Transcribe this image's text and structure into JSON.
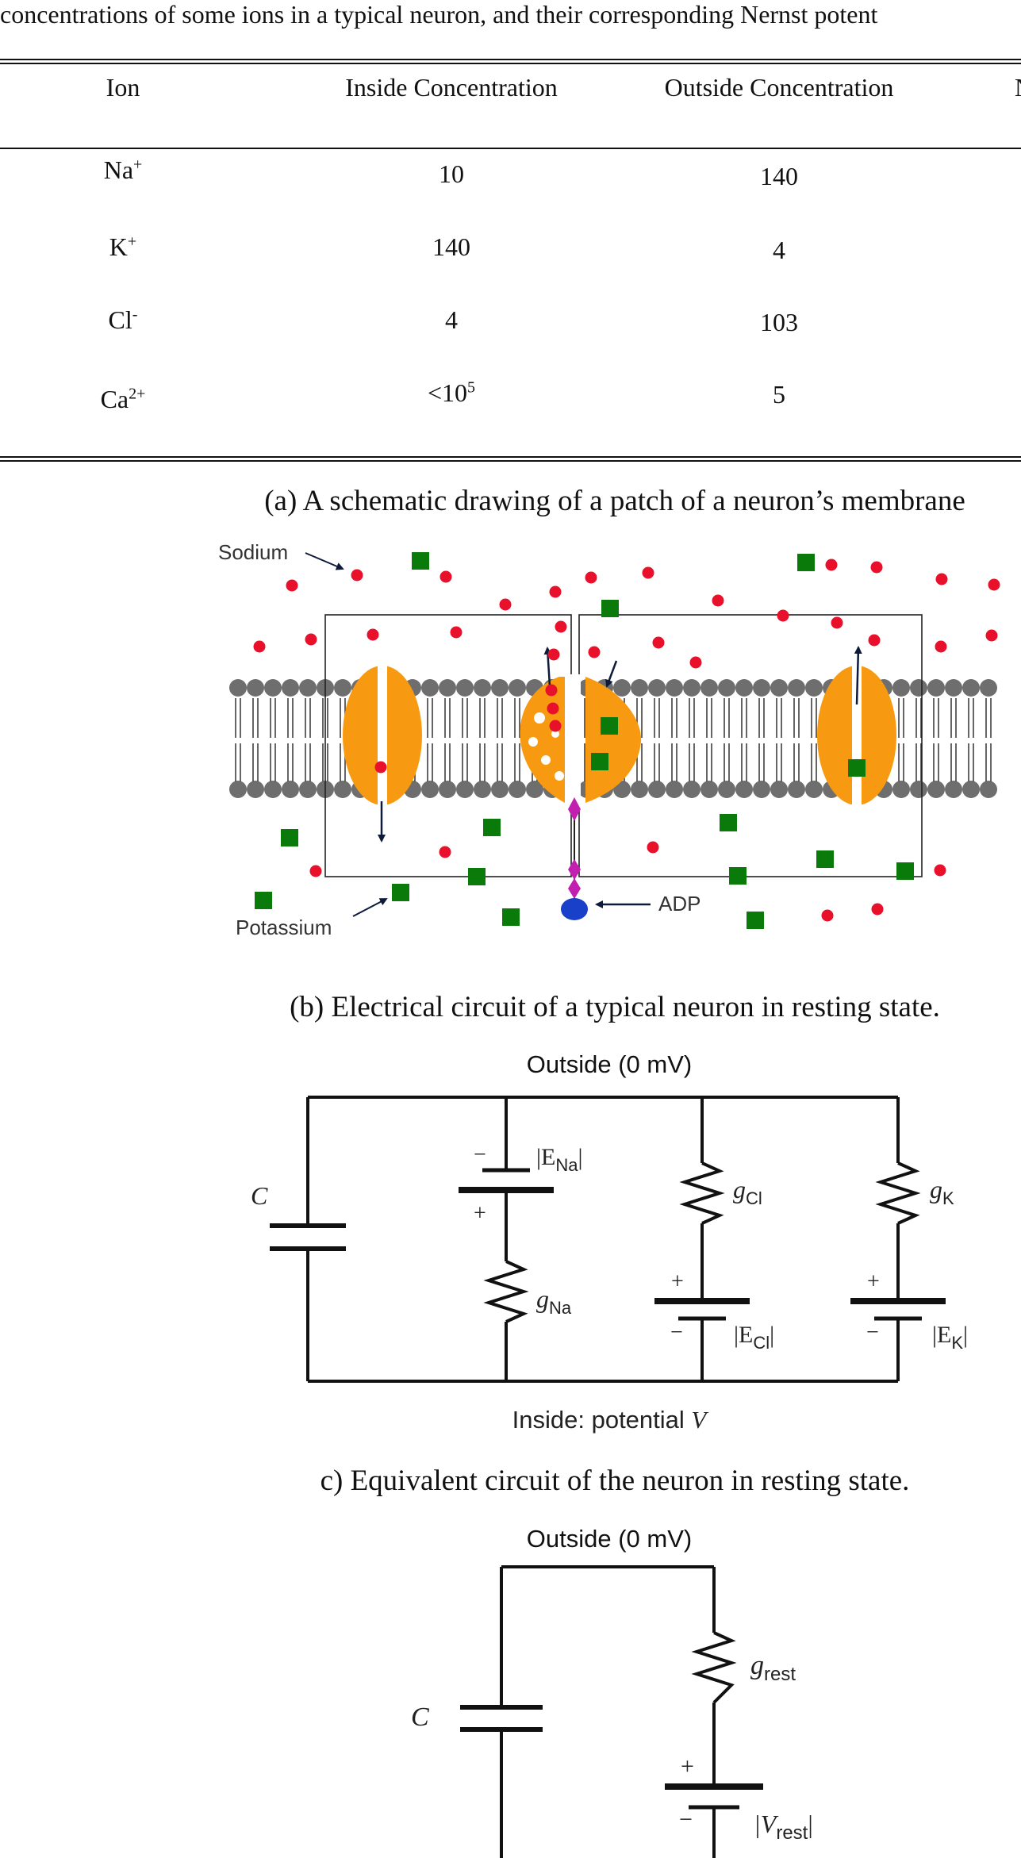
{
  "table": {
    "caption": "concentrations of some ions in a typical neuron, and their corresponding Nernst potent",
    "headers": [
      "Ion",
      "Inside Concentration",
      "Outside Concentration",
      "N"
    ],
    "rows": [
      {
        "ion": "Na",
        "ion_charge": "+",
        "inside": "10",
        "inside_exp": "",
        "outside": "140"
      },
      {
        "ion": "K",
        "ion_charge": "+",
        "inside": "140",
        "inside_exp": "",
        "outside": "4"
      },
      {
        "ion": "Cl",
        "ion_charge": "-",
        "inside": "4",
        "inside_exp": "",
        "outside": "103"
      },
      {
        "ion": "Ca",
        "ion_charge": "2+",
        "inside": "<10",
        "inside_exp": "5",
        "outside": "5"
      }
    ]
  },
  "figure_a": {
    "caption": "(a) A schematic drawing of a patch of a neuron’s membrane",
    "label_sodium": "Sodium",
    "label_potassium": "Potassium",
    "label_adp": "ADP",
    "colors": {
      "sodium": "#e8102a",
      "potassium": "#0a7a0a",
      "channel": "#f79a12",
      "adp": "#1840c8",
      "phosphate": "#c21fb0",
      "head": "#6e6e6e"
    }
  },
  "figure_b": {
    "caption": "(b) Electrical circuit of a typical neuron in resting state.",
    "top_label": "Outside  (0 mV)",
    "bottom_label_prefix": "Inside: potential ",
    "bottom_label_var": "V",
    "cap_label": "C",
    "ena_label": "|E",
    "ena_sub": "Na",
    "gna_label": "g",
    "gna_sub": "Na",
    "gcl_label": "g",
    "gcl_sub": "Cl",
    "ecl_label": "|E",
    "ecl_sub": "Cl",
    "gk_label": "g",
    "gk_sub": "K",
    "ek_label": "|E",
    "ek_sub": "K",
    "bar_close": "|",
    "plus": "+",
    "minus": "−"
  },
  "figure_c": {
    "caption": "c) Equivalent circuit of the neuron in resting state.",
    "top_label": "Outside (0 mV)",
    "cap_label": "C",
    "grest_label": "g",
    "grest_sub": "rest",
    "vrest_label": "|V",
    "vrest_sub": "rest",
    "bar_close": "|",
    "plus": "+",
    "minus": "−"
  }
}
